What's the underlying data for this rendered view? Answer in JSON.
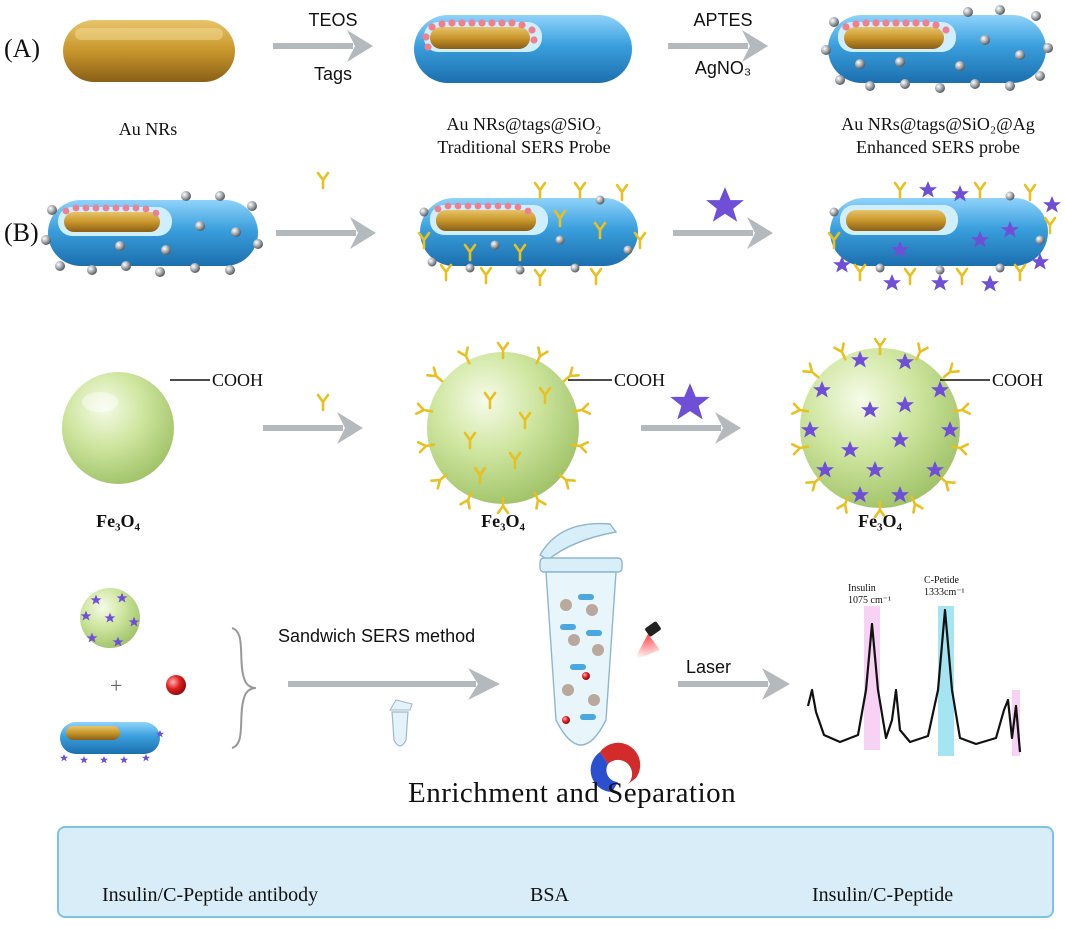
{
  "panels": {
    "a": "(A)",
    "b": "(B)"
  },
  "row_a": {
    "arrow1_top": "TEOS",
    "arrow1_bottom": "Tags",
    "arrow2_top": "APTES",
    "arrow2_bottom": "AgNO₃",
    "label1": "Au NRs",
    "label2_line1": "Au NRs@tags@SiO₂",
    "label2_line2": "Traditional SERS Probe",
    "label3_line1": "Au NRs@tags@SiO₂@Ag",
    "label3_line2": "Enhanced SERS probe"
  },
  "row_c": {
    "cooh": "COOH",
    "fe_label": "Fe₃O₄"
  },
  "row_d": {
    "sandwich": "Sandwich SERS method",
    "laser": "Laser",
    "plus": "+",
    "peak1_name": "Insulin",
    "peak1_value": "1075 cm⁻¹",
    "peak2_name": "C-Petide",
    "peak2_value": "1333cm⁻¹"
  },
  "title": "Enrichment and Separation",
  "legend": {
    "antibody": "Insulin/C-Peptide antibody",
    "bsa": "BSA",
    "target": "Insulin/C-Peptide"
  },
  "colors": {
    "gold": "#c8962a",
    "silica_blue": "#3a9fdd",
    "silver": "#a9adb2",
    "bsa_purple": "#5a4fcf",
    "antibody_yellow": "#e8c020",
    "fe3o4_green": "#cfe6a0",
    "arrow_gray": "#b4b9be",
    "legend_bg": "#d8edf7"
  }
}
